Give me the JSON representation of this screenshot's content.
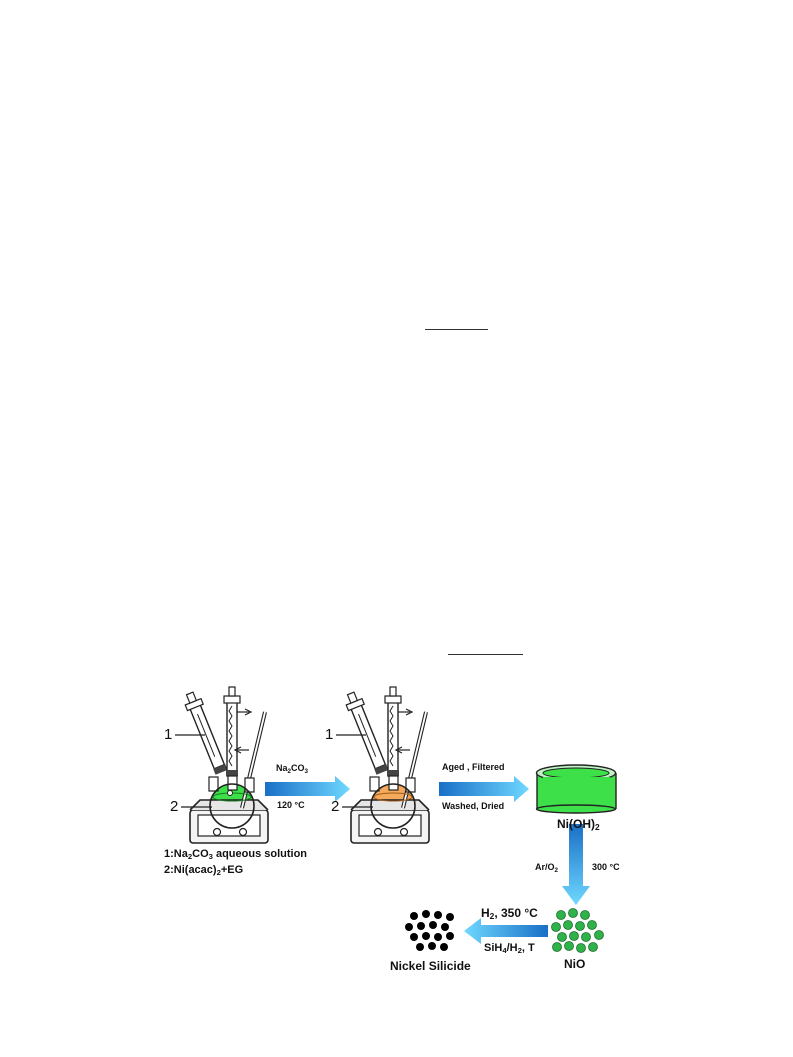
{
  "labels": {
    "num1": "1",
    "num2": "2",
    "legend_1": {
      "pre": "1:Na",
      "sub1": "2",
      "mid": "CO",
      "sub2": "3",
      "post": " aqueous solution"
    },
    "legend_2": {
      "pre": "2:Ni(acac)",
      "sub1": "2",
      "post": "+EG"
    },
    "step1_top": {
      "pre": "Na",
      "sub1": "2",
      "mid": "CO",
      "sub2": "3"
    },
    "step1_bottom": "120 °C",
    "step2_top": "Aged , Filtered",
    "step2_bottom": "Washed,  Dried",
    "product_1": {
      "pre": "Ni(OH)",
      "sub1": "2"
    },
    "step3_left": {
      "pre": "Ar/O",
      "sub1": "2"
    },
    "step3_right": "300 °C",
    "product_2": "NiO",
    "step4_top": {
      "pre": "H",
      "sub1": "2",
      "post": ", 350 °C"
    },
    "step4_bottom": {
      "pre": "SiH",
      "sub1": "4",
      "mid": "/H",
      "sub2": "2",
      "post": ", T"
    },
    "product_3": "Nickel  Silicide"
  },
  "colors": {
    "green_solution": "#3ee04a",
    "orange_solution": "#f5a95a",
    "nio_particles": "#2fb24a",
    "silicide_particles": "#000000",
    "arrow_light": "#6fd8ff",
    "arrow_dark": "#1a6fc7"
  }
}
